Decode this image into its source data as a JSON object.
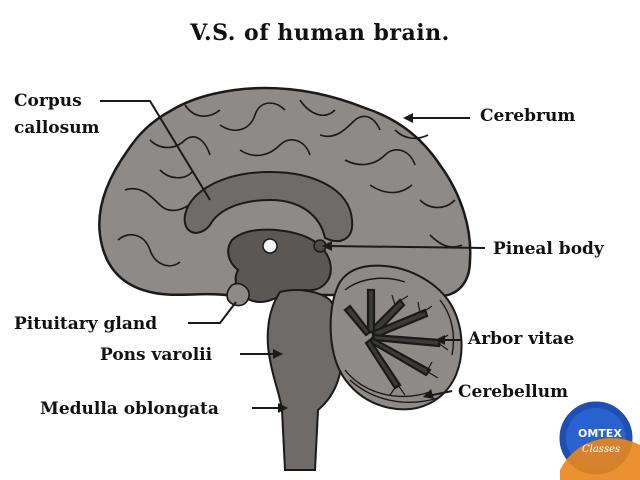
{
  "title": "V.S. of human brain.",
  "labels": {
    "corpus_callosum_line1": "Corpus",
    "corpus_callosum_line2": "callosum",
    "cerebrum": "Cerebrum",
    "pineal_body": "Pineal body",
    "pituitary_gland": "Pituitary gland",
    "arbor_vitae": "Arbor vitae",
    "pons_varolii": "Pons varolii",
    "cerebellum": "Cerebellum",
    "medulla_oblongata": "Medulla oblongata"
  },
  "watermark": {
    "brand": "OMTEX",
    "sub": "Classes"
  },
  "colors": {
    "cerebrum_fill": "#8d8a87",
    "inner_fill": "#6e6b69",
    "dark_fill": "#5a5755",
    "stroke": "#1a1a1a",
    "badge_blue": "#1f4fb0",
    "badge_orange": "#e8861c"
  }
}
